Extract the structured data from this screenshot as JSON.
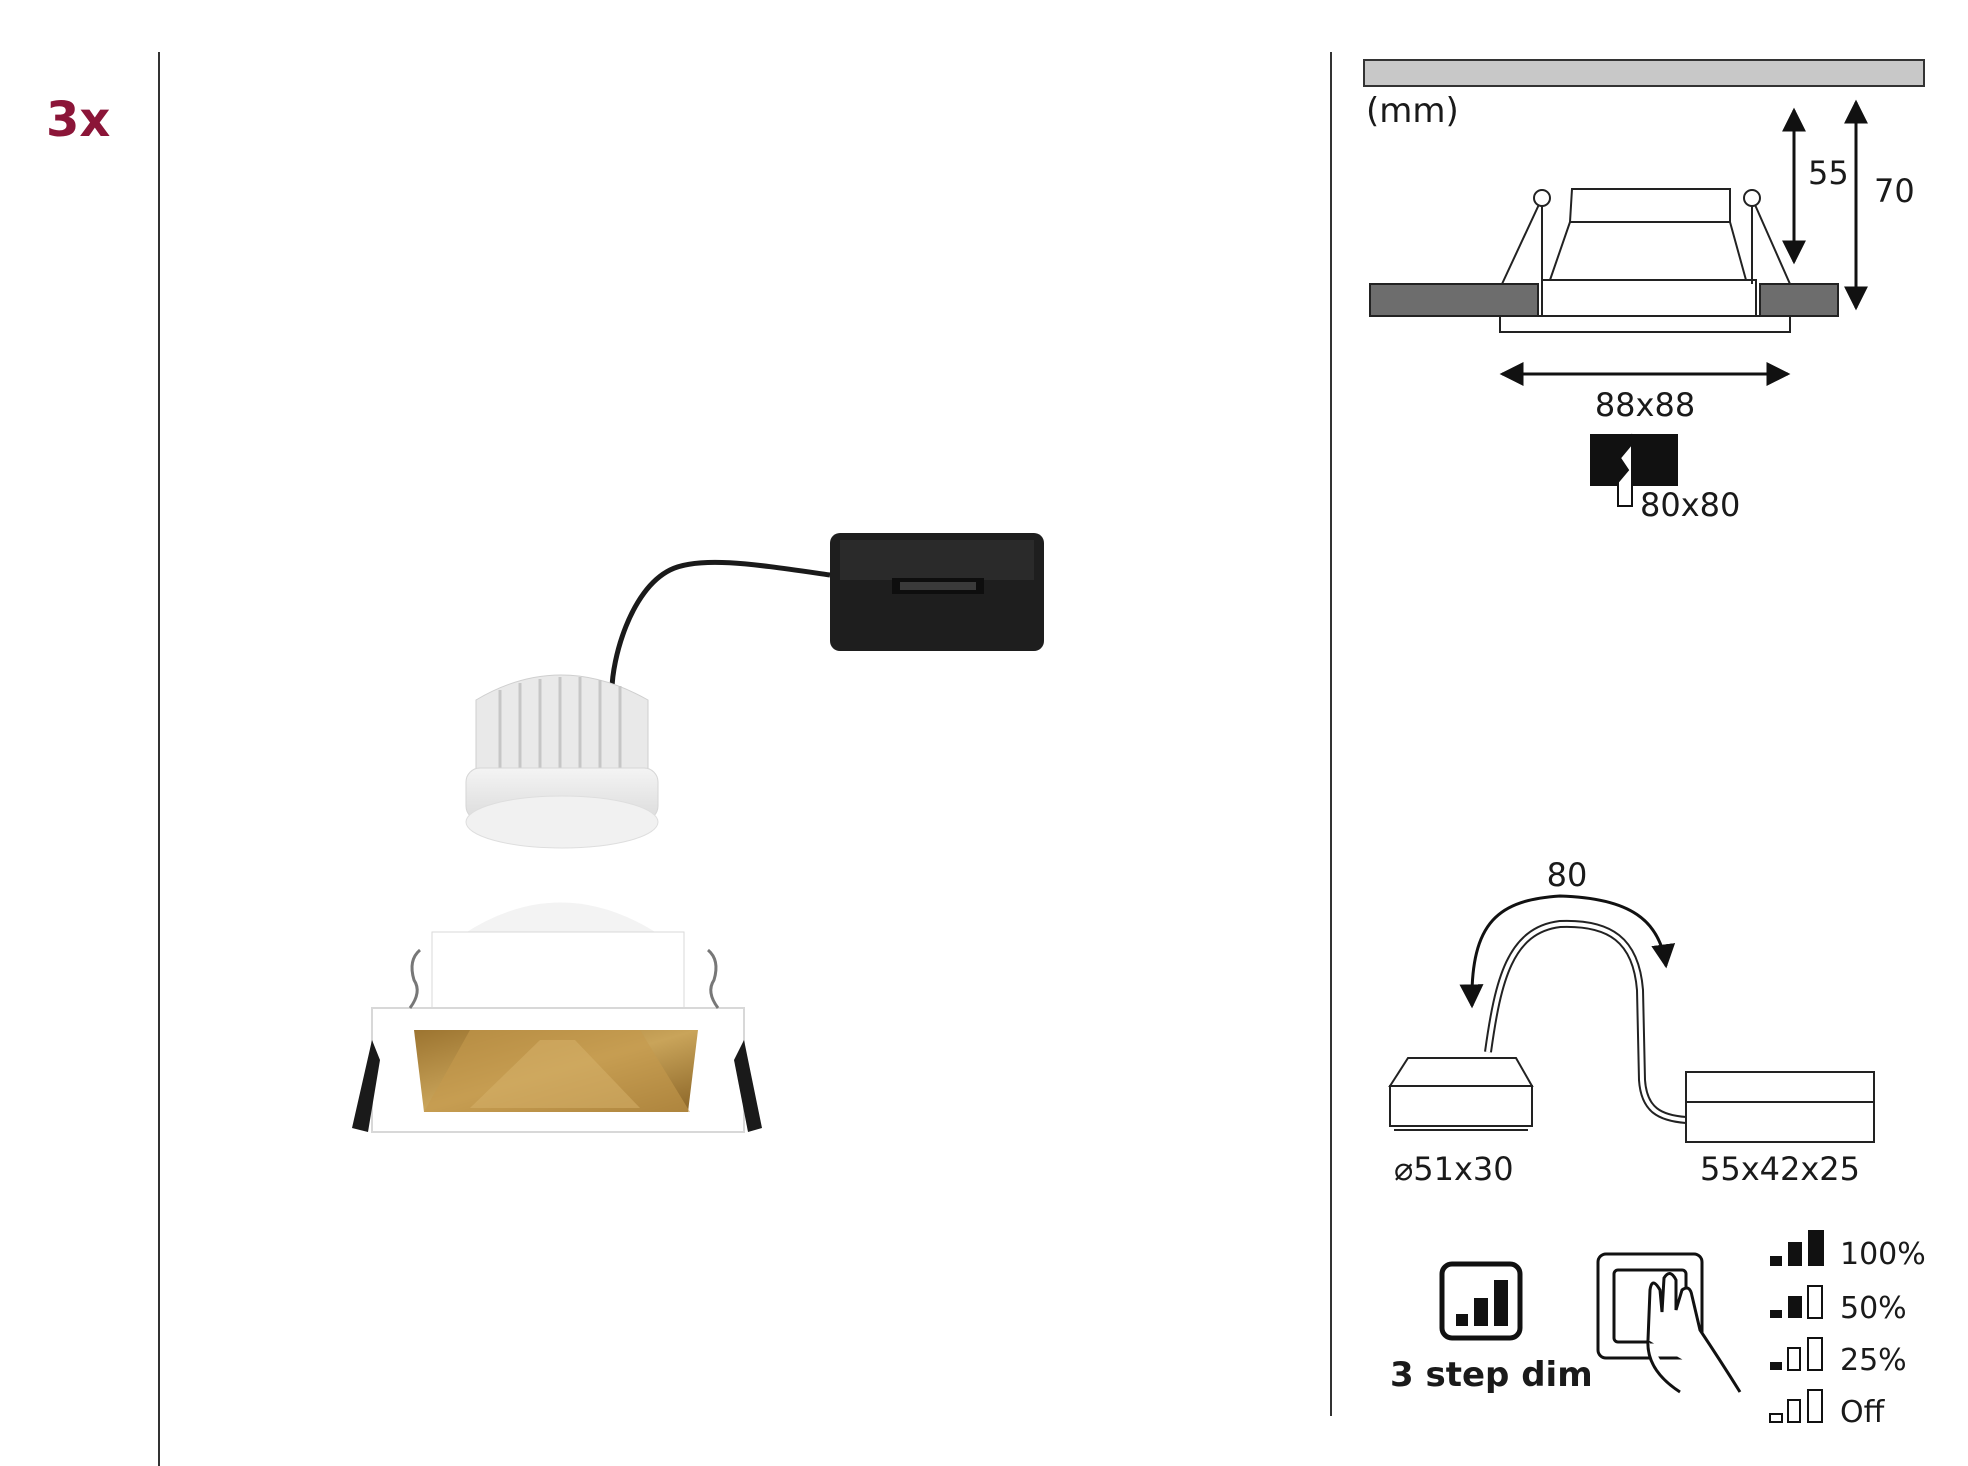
{
  "quantity": "3x",
  "units_label": "(mm)",
  "dimensions": {
    "height_inner": "55",
    "height_outer": "70",
    "outer_size": "88x88",
    "cutout": "80x80",
    "cable_length": "80",
    "module": "⌀51x30",
    "driver": "55x42x25"
  },
  "dimming": {
    "label": "3 step dim",
    "levels": [
      "100%",
      "50%",
      "25%",
      "Off"
    ]
  },
  "colors": {
    "accent": "#8b1538",
    "gold": "#b8913e",
    "housing": "#ffffff",
    "driver": "#1e1e1e"
  }
}
